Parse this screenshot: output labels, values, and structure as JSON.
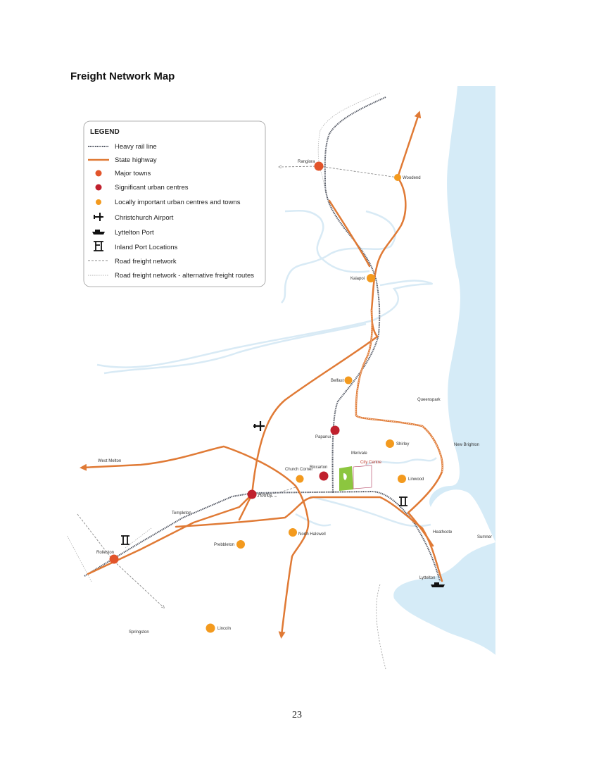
{
  "page": {
    "title": "Freight Network Map",
    "page_number": "23"
  },
  "legend": {
    "title": "LEGEND",
    "items": [
      {
        "label": "Heavy rail line",
        "icon": "heavy-rail-line-icon"
      },
      {
        "label": "State highway",
        "icon": "state-highway-icon"
      },
      {
        "label": "Major towns",
        "icon": "major-town-icon"
      },
      {
        "label": "Significant urban centres",
        "icon": "significant-urban-centre-icon"
      },
      {
        "label": "Locally important urban centres and towns",
        "icon": "local-town-icon"
      },
      {
        "label": "Christchurch Airport",
        "icon": "airport-icon"
      },
      {
        "label": "Lyttelton Port",
        "icon": "ship-icon"
      },
      {
        "label": "Inland Port Locations",
        "icon": "inland-port-icon"
      },
      {
        "label": "Road freight network",
        "icon": "road-freight-line-icon"
      },
      {
        "label": "Road freight network - alternative freight routes",
        "icon": "alt-freight-line-icon"
      }
    ]
  },
  "places": {
    "major_towns": [
      "Rangiora",
      "Rolleston"
    ],
    "significant_urban_centres": [
      "Papanui",
      "Riccarton",
      "Hornby"
    ],
    "local_towns": [
      "Woodend",
      "Kaiapoi",
      "Belfast",
      "Shirley",
      "Linwood",
      "Church Corner",
      "North Halswell",
      "Prebbleton",
      "Lincoln"
    ],
    "other_labels": [
      "Queenspark",
      "New Brighton",
      "Merivale",
      "City Centre",
      "West Melton",
      "Templeton",
      "Heathcote",
      "Sumner",
      "Lyttelton",
      "Springston"
    ]
  },
  "colors": {
    "highway": "#e07a35",
    "rail": "#555a66",
    "sea": "#d5ebf7",
    "river": "#d8eaf5",
    "major_town": "#e2542a",
    "significant_centre": "#c0202d",
    "local_town": "#f39a1e",
    "park": "#8cc63f",
    "city_centre": "#b03a5b"
  }
}
